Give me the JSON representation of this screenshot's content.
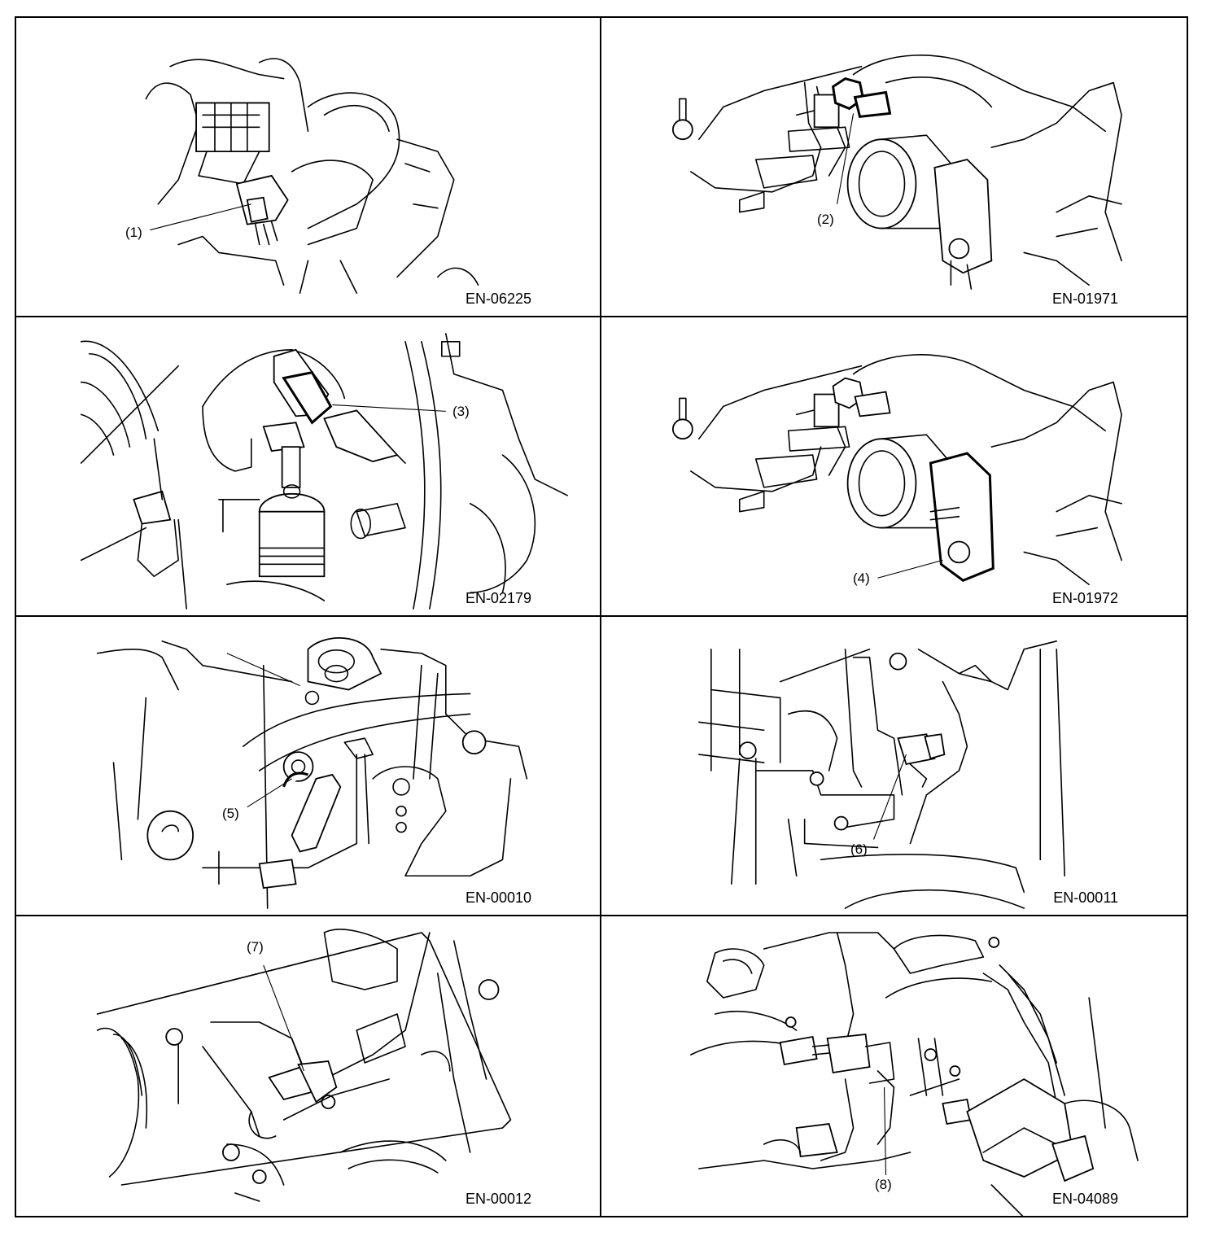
{
  "panels": [
    {
      "callout": "(1)",
      "code": "EN-06225"
    },
    {
      "callout": "(2)",
      "code": "EN-01971"
    },
    {
      "callout": "(3)",
      "code": "EN-02179"
    },
    {
      "callout": "(4)",
      "code": "EN-01972"
    },
    {
      "callout": "(5)",
      "code": "EN-00010"
    },
    {
      "callout": "(6)",
      "code": "EN-00011"
    },
    {
      "callout": "(7)",
      "code": "EN-00012"
    },
    {
      "callout": "(8)",
      "code": "EN-04089"
    }
  ]
}
